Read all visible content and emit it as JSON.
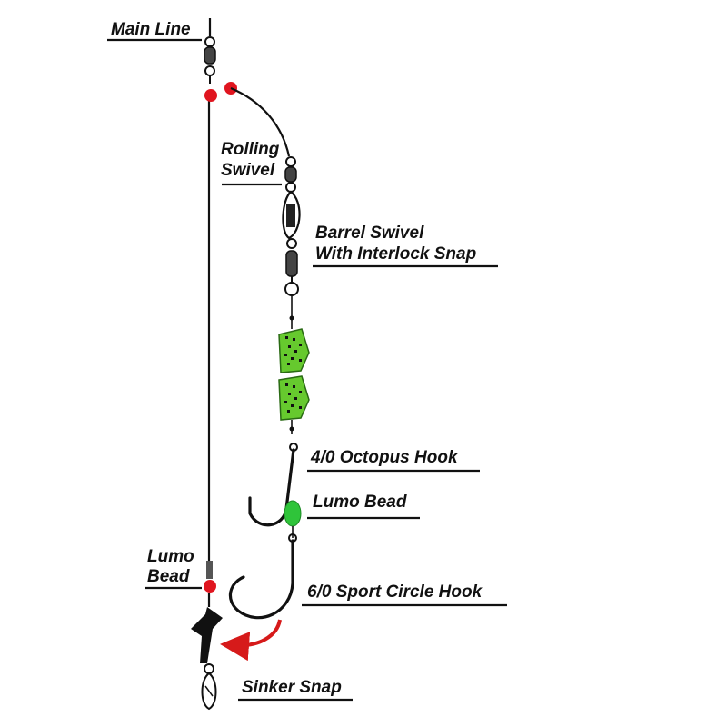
{
  "labels": {
    "main_line": "Main Line",
    "rolling_swivel": [
      "Rolling",
      "Swivel"
    ],
    "barrel_swivel": [
      "Barrel Swivel",
      "With Interlock Snap"
    ],
    "octopus_hook": "4/0 Octopus Hook",
    "lumo_bead_right": "Lumo Bead",
    "lumo_bead_left": [
      "Lumo",
      "Bead"
    ],
    "circle_hook": "6/0 Sport Circle Hook",
    "sinker_snap": "Sinker Snap"
  },
  "colors": {
    "line": "#111111",
    "red_bead": "#e0151f",
    "lumo_green": "#2fc43a",
    "lure_green": "#66c92e",
    "arrow_red": "#d61a1a"
  },
  "icons": [
    "swivel-icon",
    "snap-icon",
    "lure-icon",
    "hook-icon",
    "bead-icon",
    "sinker-icon",
    "arrow-icon"
  ]
}
